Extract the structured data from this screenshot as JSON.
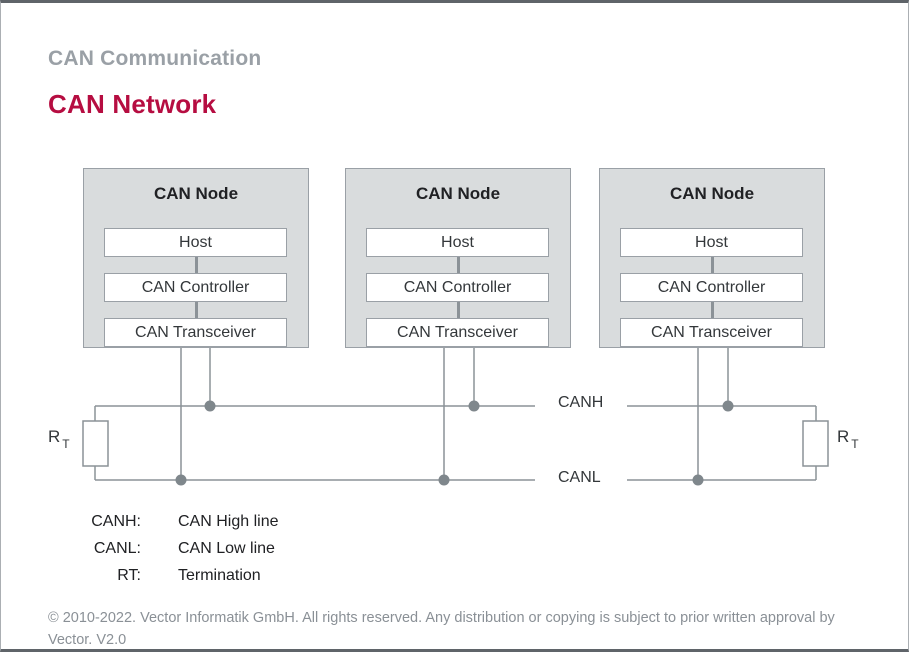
{
  "header": {
    "subtitle": "CAN Communication",
    "title": "CAN Network"
  },
  "nodes": [
    {
      "title": "CAN Node",
      "components": [
        "Host",
        "CAN Controller",
        "CAN Transceiver"
      ]
    },
    {
      "title": "CAN Node",
      "components": [
        "Host",
        "CAN Controller",
        "CAN Transceiver"
      ]
    },
    {
      "title": "CAN Node",
      "components": [
        "Host",
        "CAN Controller",
        "CAN Transceiver"
      ]
    }
  ],
  "bus": {
    "high_label": "CANH",
    "low_label": "CANL"
  },
  "termination": {
    "left": {
      "main": "R",
      "sub": "T"
    },
    "right": {
      "main": "R",
      "sub": "T"
    }
  },
  "legend": {
    "items": [
      {
        "term": "CANH:",
        "definition": "CAN High line"
      },
      {
        "term": "CANL:",
        "definition": "CAN Low line"
      },
      {
        "term": "RT:",
        "definition": "Termination"
      }
    ]
  },
  "footer": {
    "text": "© 2010-2022. Vector Informatik GmbH. All rights reserved. Any distribution or copying is subject to prior written approval by Vector. V2.0"
  },
  "colors": {
    "accent_red": "#b60d41",
    "subtitle_gray": "#9aa0a6",
    "node_fill": "#d9dcdd",
    "box_border": "#9aa0a6",
    "wire": "#8b9297",
    "junction_dot": "#7f878c",
    "text_dark": "#33373a",
    "footer_gray": "#8a9096"
  }
}
